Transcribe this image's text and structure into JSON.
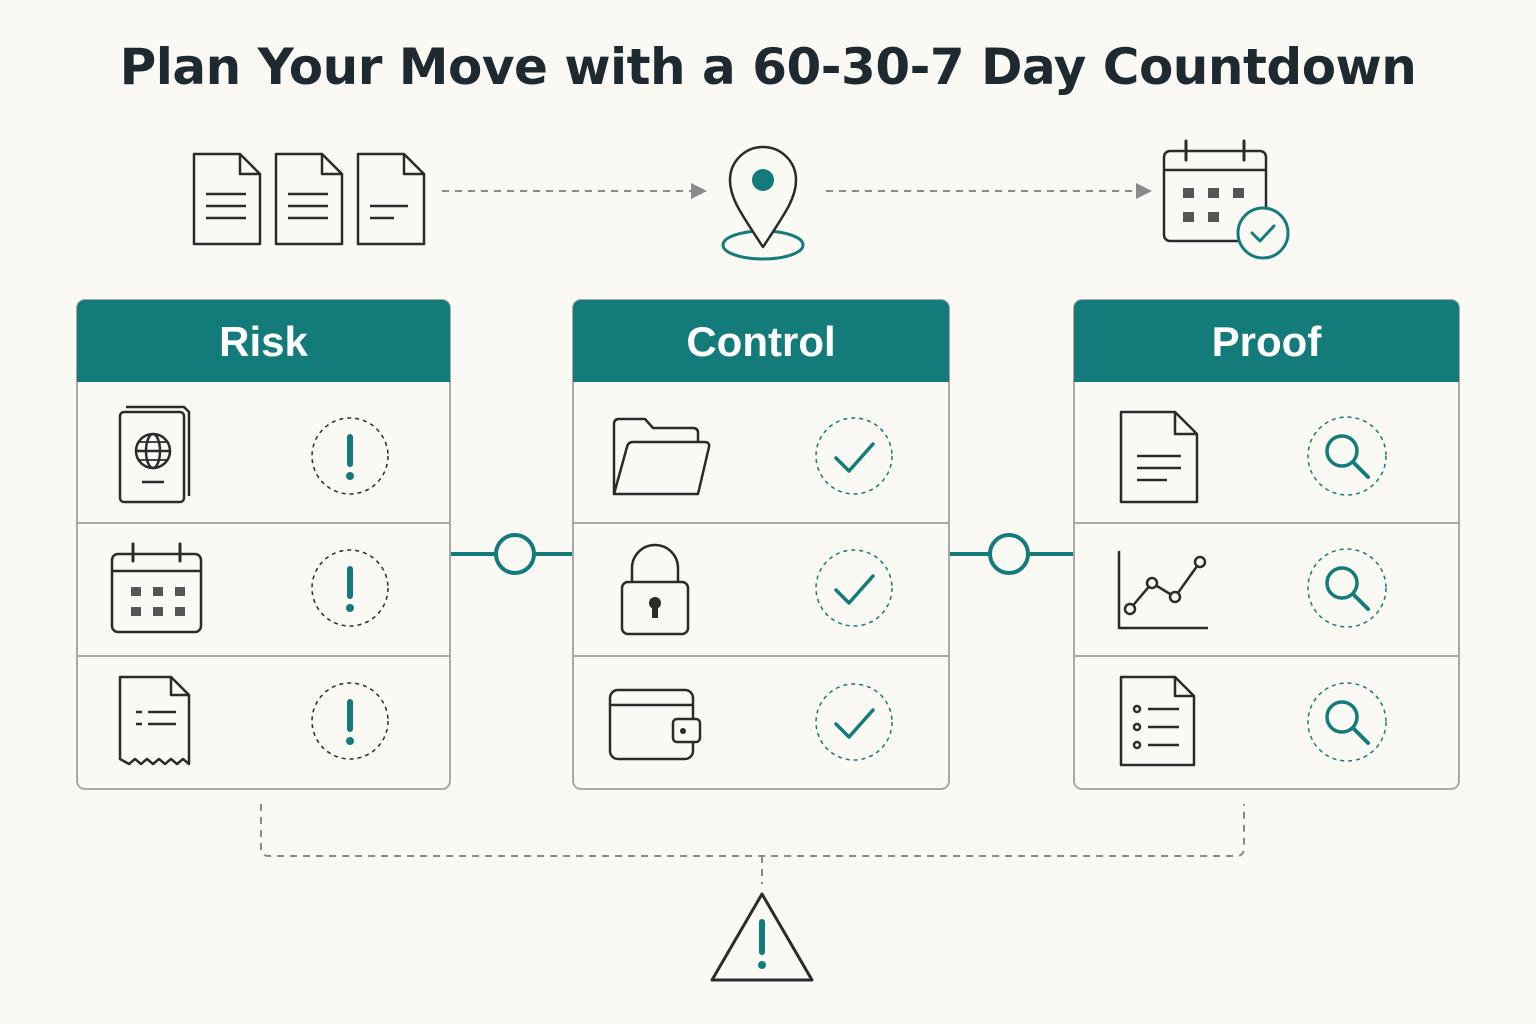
{
  "title": "Plan Your Move with a 60-30-7 Day Countdown",
  "colors": {
    "teal": "#137c7a",
    "ink": "#2b2b2b",
    "border": "#a9a9a9",
    "background": "#fbf9f4",
    "dashed": "#8a8a8a"
  },
  "timeline": {
    "icons": [
      "document-icon",
      "document-icon",
      "document-icon",
      "location-pin-icon",
      "calendar-check-icon"
    ]
  },
  "columns": [
    {
      "title": "Risk",
      "rows": [
        {
          "icon": "passport-icon",
          "status": "exclamation-icon"
        },
        {
          "icon": "calendar-icon",
          "status": "exclamation-icon"
        },
        {
          "icon": "receipt-icon",
          "status": "exclamation-icon"
        }
      ]
    },
    {
      "title": "Control",
      "rows": [
        {
          "icon": "folder-icon",
          "status": "checkmark-icon"
        },
        {
          "icon": "padlock-icon",
          "status": "checkmark-icon"
        },
        {
          "icon": "wallet-icon",
          "status": "checkmark-icon"
        }
      ]
    },
    {
      "title": "Proof",
      "rows": [
        {
          "icon": "document-icon",
          "status": "magnifier-icon"
        },
        {
          "icon": "line-chart-icon",
          "status": "magnifier-icon"
        },
        {
          "icon": "checklist-icon",
          "status": "magnifier-icon"
        }
      ]
    }
  ],
  "footer": {
    "icon": "warning-triangle-icon"
  }
}
